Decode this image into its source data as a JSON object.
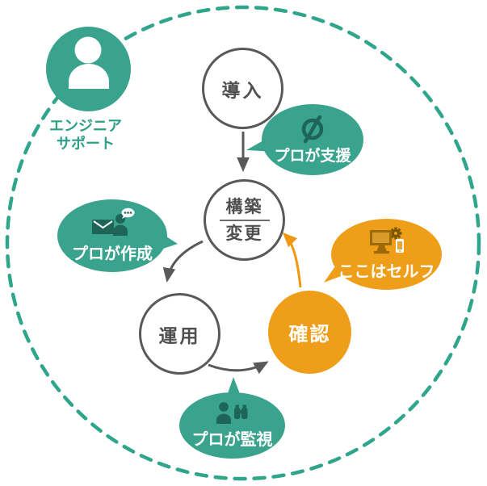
{
  "colors": {
    "teal": "#3AA38D",
    "teal_dark": "#1E6457",
    "teal_dashed_ring": "#2FA68C",
    "orange": "#EF9E1A",
    "orange_dark": "#9C6A06",
    "arrow_gray": "#595959",
    "stage_text_gray": "#4F4F4F"
  },
  "avatar": {
    "icon": "person-icon",
    "label_line1": "エンジニア",
    "label_line2": "サポート"
  },
  "stages": {
    "intro": {
      "label": "導入"
    },
    "build": {
      "label_top": "構築",
      "label_bottom": "変更"
    },
    "operate": {
      "label": "運用"
    },
    "confirm": {
      "label": "確認"
    }
  },
  "bubbles": {
    "support": {
      "label": "プロが支援",
      "icon": "slashed-circle-logo-icon"
    },
    "create": {
      "label": "プロが作成",
      "icon": "mail-person-chat-icon"
    },
    "self": {
      "label": "ここはセルフ",
      "icon": "computer-gear-phone-icon"
    },
    "monitor": {
      "label": "プロが監視",
      "icon": "person-binoculars-icon"
    }
  }
}
